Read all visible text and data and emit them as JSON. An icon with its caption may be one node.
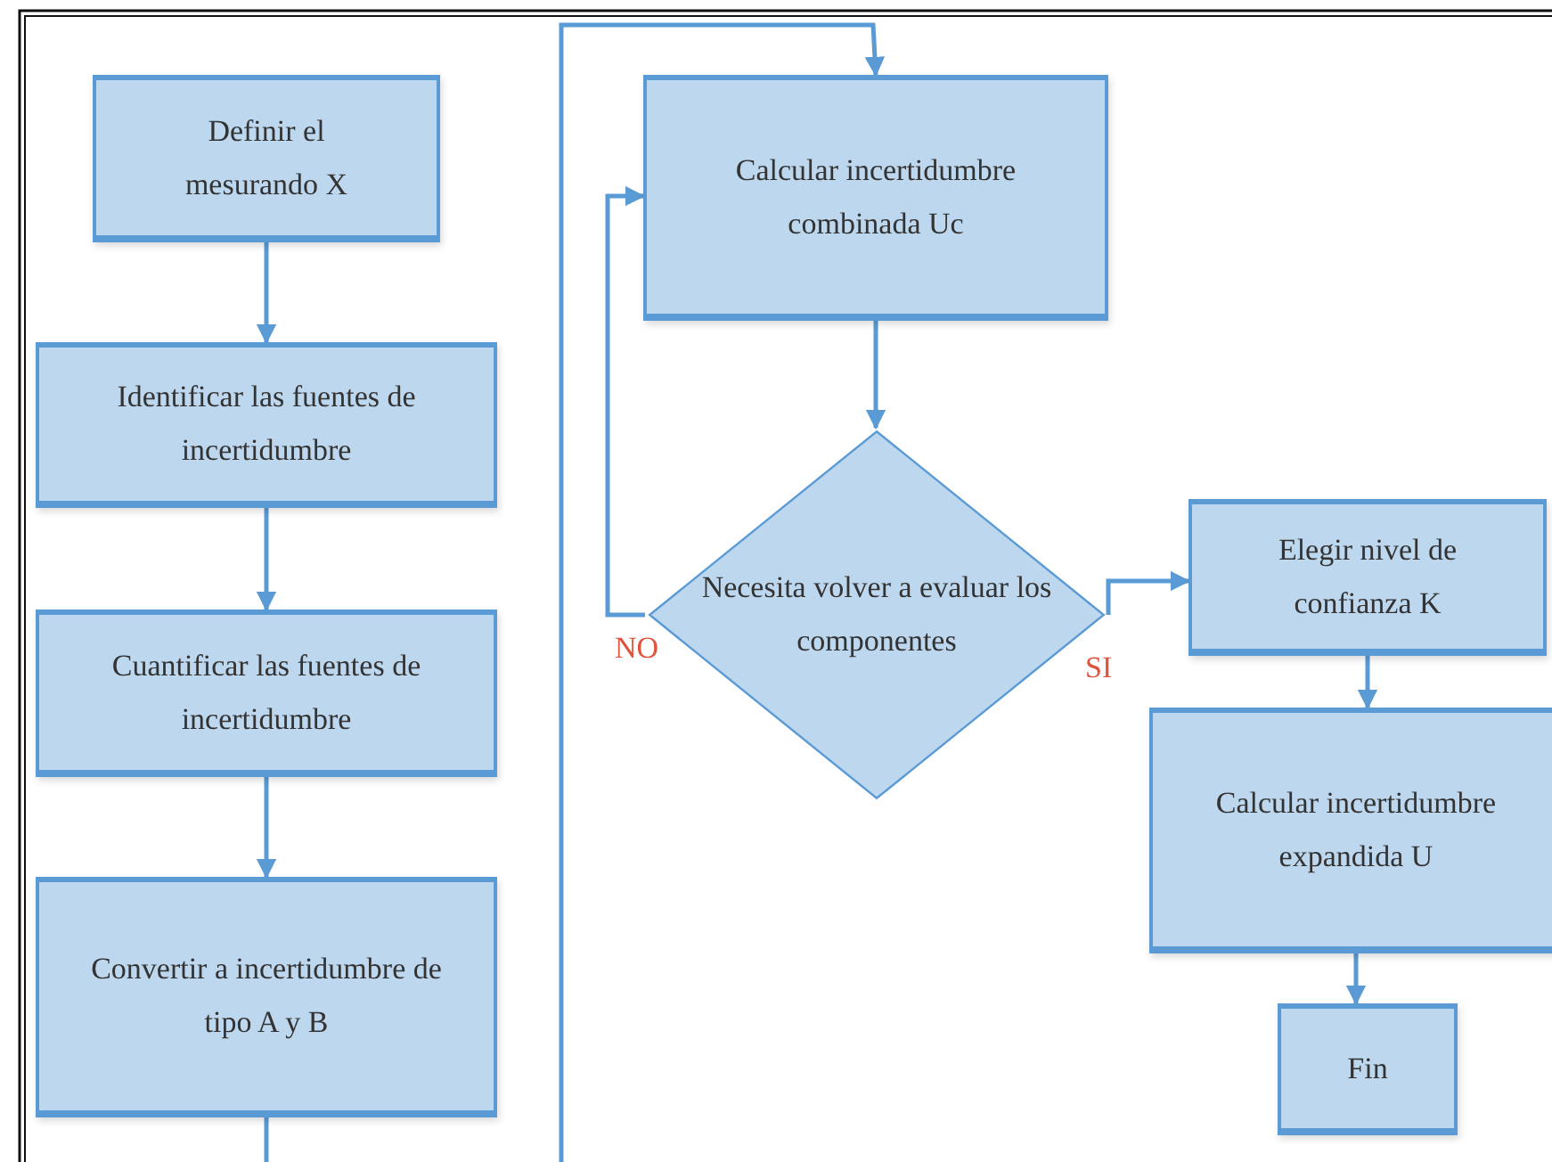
{
  "diagram": {
    "nodes": [
      {
        "text": [
          "Definir el mesurando X"
        ]
      },
      {
        "text": [
          "Identificar las fuentes de incertidumbre"
        ]
      },
      {
        "text": [
          "Cuantificar las fuentes de incertidumbre"
        ]
      },
      {
        "text": [
          "Convertir a incertidumbre de tipo A y B"
        ]
      },
      {
        "text": [
          "Calcular incertidumbre combinada Uc"
        ]
      },
      {
        "text": [
          "Necesita volver a evaluar los componentes"
        ]
      },
      {
        "text": [
          "Elegir nivel de confianza K"
        ]
      },
      {
        "text": [
          "Calcular incertidumbre expandida U"
        ]
      },
      {
        "text": [
          "Fin"
        ]
      }
    ],
    "edges": [
      {
        "from": 0,
        "to": 1,
        "arrow": "to"
      },
      {
        "from": 1,
        "to": 2,
        "arrow": "to"
      },
      {
        "from": 2,
        "to": 3,
        "arrow": "to"
      },
      {
        "from": 3,
        "to": 4,
        "arrow": "to"
      },
      {
        "from": 4,
        "to": 5,
        "arrow": "to"
      },
      {
        "from": 5,
        "to": 4,
        "arrow": "to",
        "label": "NO"
      },
      {
        "from": 5,
        "to": 6,
        "arrow": "to",
        "label": "SI"
      },
      {
        "from": 6,
        "to": 7,
        "arrow": "to"
      },
      {
        "from": 7,
        "to": 8,
        "arrow": "to"
      }
    ]
  }
}
